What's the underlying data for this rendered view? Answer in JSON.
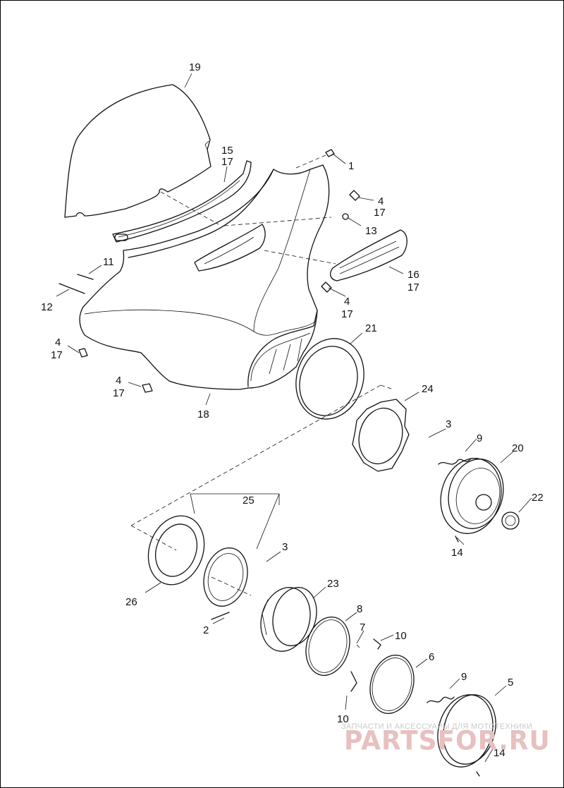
{
  "callouts": [
    {
      "id": "c19",
      "text": "19"
    },
    {
      "id": "c15",
      "text": "15"
    },
    {
      "id": "c17a",
      "text": "17"
    },
    {
      "id": "c1",
      "text": "1"
    },
    {
      "id": "c4a",
      "text": "4"
    },
    {
      "id": "c17b",
      "text": "17"
    },
    {
      "id": "c13",
      "text": "13"
    },
    {
      "id": "c16",
      "text": "16"
    },
    {
      "id": "c17c",
      "text": "17"
    },
    {
      "id": "c11",
      "text": "11"
    },
    {
      "id": "c12",
      "text": "12"
    },
    {
      "id": "c4b",
      "text": "4"
    },
    {
      "id": "c17d",
      "text": "17"
    },
    {
      "id": "c21",
      "text": "21"
    },
    {
      "id": "c4c",
      "text": "4"
    },
    {
      "id": "c17e",
      "text": "17"
    },
    {
      "id": "c4d",
      "text": "4"
    },
    {
      "id": "c17f",
      "text": "17"
    },
    {
      "id": "c18",
      "text": "18"
    },
    {
      "id": "c24",
      "text": "24"
    },
    {
      "id": "c3a",
      "text": "3"
    },
    {
      "id": "c9a",
      "text": "9"
    },
    {
      "id": "c20",
      "text": "20"
    },
    {
      "id": "c22",
      "text": "22"
    },
    {
      "id": "c14a",
      "text": "14"
    },
    {
      "id": "c25",
      "text": "25"
    },
    {
      "id": "c3b",
      "text": "3"
    },
    {
      "id": "c26",
      "text": "26"
    },
    {
      "id": "c23",
      "text": "23"
    },
    {
      "id": "c8",
      "text": "8"
    },
    {
      "id": "c7",
      "text": "7"
    },
    {
      "id": "c2",
      "text": "2"
    },
    {
      "id": "c10a",
      "text": "10"
    },
    {
      "id": "c6",
      "text": "6"
    },
    {
      "id": "c9b",
      "text": "9"
    },
    {
      "id": "c5",
      "text": "5"
    },
    {
      "id": "c10b",
      "text": "10"
    },
    {
      "id": "c14b",
      "text": "14"
    }
  ],
  "watermark": {
    "tagline": "ЗАПЧАСТИ И АКСЕССУАРЫ ДЛЯ МОТОТЕХНИКИ",
    "brand": "PARTSFOR.RU"
  }
}
